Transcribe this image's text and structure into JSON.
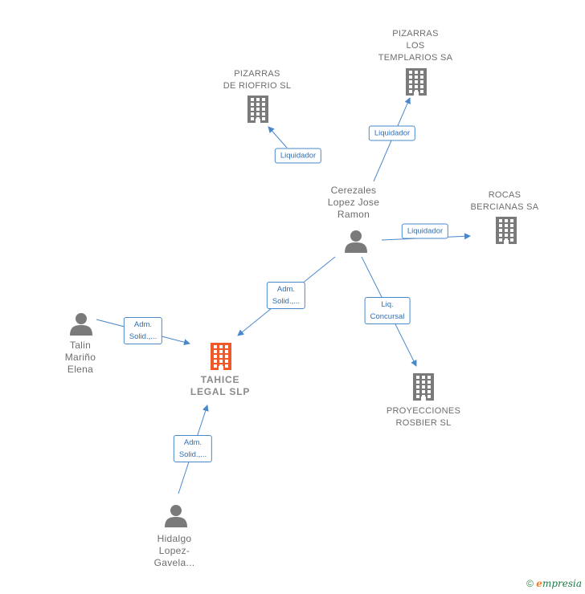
{
  "nodes": {
    "pizarras_riofrio": {
      "label": "PIZARRAS\nDE RIOFRIO SL",
      "kind": "company"
    },
    "pizarras_templarios": {
      "label": "PIZARRAS\nLOS\nTEMPLARIOS SA",
      "kind": "company"
    },
    "cerezales": {
      "label": "Cerezales\nLopez Jose\nRamon",
      "kind": "person"
    },
    "rocas_bercianas": {
      "label": "ROCAS\nBERCIANAS SA",
      "kind": "company"
    },
    "talin": {
      "label": "Talin\nMariño\nElena",
      "kind": "person"
    },
    "tahice": {
      "label": "TAHICE\nLEGAL  SLP",
      "kind": "company-main"
    },
    "proyecciones": {
      "label": "PROYECCIONES\nROSBIER SL",
      "kind": "company"
    },
    "hidalgo": {
      "label": "Hidalgo\nLopez-\nGavela...",
      "kind": "person"
    }
  },
  "edges": {
    "e_riofrio": {
      "label": "Liquidador"
    },
    "e_templarios": {
      "label": "Liquidador"
    },
    "e_rocas": {
      "label": "Liquidador"
    },
    "e_tahice_cerezales": {
      "label": "Adm.\nSolid.,..."
    },
    "e_tahice_talin": {
      "label": "Adm.\nSolid.,..."
    },
    "e_tahice_hidalgo": {
      "label": "Adm.\nSolid.,..."
    },
    "e_proyecciones": {
      "label": "Liq.\nConcursal"
    }
  },
  "colors": {
    "edge": "#4a88cc",
    "company_icon": "#7a7a7a",
    "main_icon": "#f05a28",
    "person_icon": "#7a7a7a"
  },
  "footer": {
    "copyright": "©",
    "brand_e": "e",
    "brand_rest": "mpresia"
  }
}
